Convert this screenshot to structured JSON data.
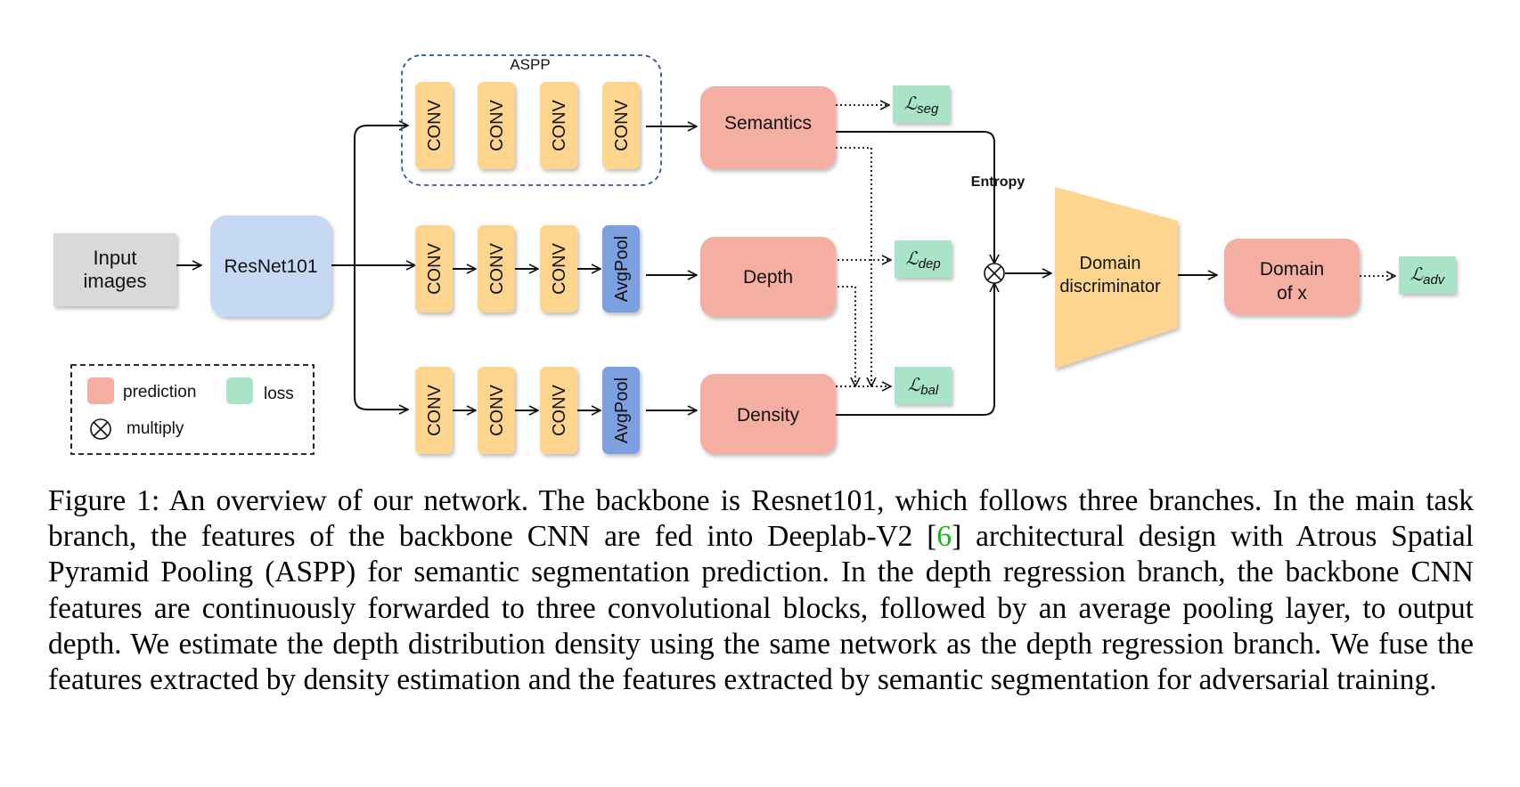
{
  "diagram": {
    "nodes": {
      "input": "Input\nimages",
      "backbone": "ResNet101",
      "aspp": "ASPP",
      "conv": "CONV",
      "avgpool": "AvgPool",
      "plus": "+",
      "semantics": "Semantics",
      "depth": "Depth",
      "density": "Density",
      "discriminator": "Domain\ndiscriminator",
      "domain_of_x": "Domain\nof x",
      "entropy": "Entropy"
    },
    "losses": {
      "seg": {
        "symbol": "ℒ",
        "sub": "seg"
      },
      "dep": {
        "symbol": "ℒ",
        "sub": "dep"
      },
      "bal": {
        "symbol": "ℒ",
        "sub": "bal"
      },
      "adv": {
        "symbol": "ℒ",
        "sub": "adv"
      }
    },
    "legend": {
      "prediction": "prediction",
      "loss": "loss",
      "multiply": "multiply"
    },
    "colors": {
      "input": "#d9d9d9",
      "backbone": "#c6d9f4",
      "conv": "#fdd58f",
      "avgpool": "#7b9fe0",
      "prediction": "#f4aea2",
      "loss": "#a9e4c9",
      "discriminator": "#fdd58f",
      "aspp_border": "#2e5597"
    }
  },
  "caption": {
    "prefix": "Figure 1: An overview of our network. The backbone is Resnet101, which follows three branches. In the main task branch, the features of the backbone CNN are fed into Deeplab-V2 [",
    "ref": "6",
    "suffix": "] architectural design with Atrous Spatial Pyramid Pooling (ASPP) for semantic segmentation prediction. In the depth regression branch, the backbone CNN features are continuously forwarded to three convolutional blocks, followed by an average pooling layer, to output depth. We estimate the depth distribution density using the same network as the depth regression branch. We fuse the features extracted by density estimation and the features extracted by semantic segmentation for adversarial training."
  }
}
